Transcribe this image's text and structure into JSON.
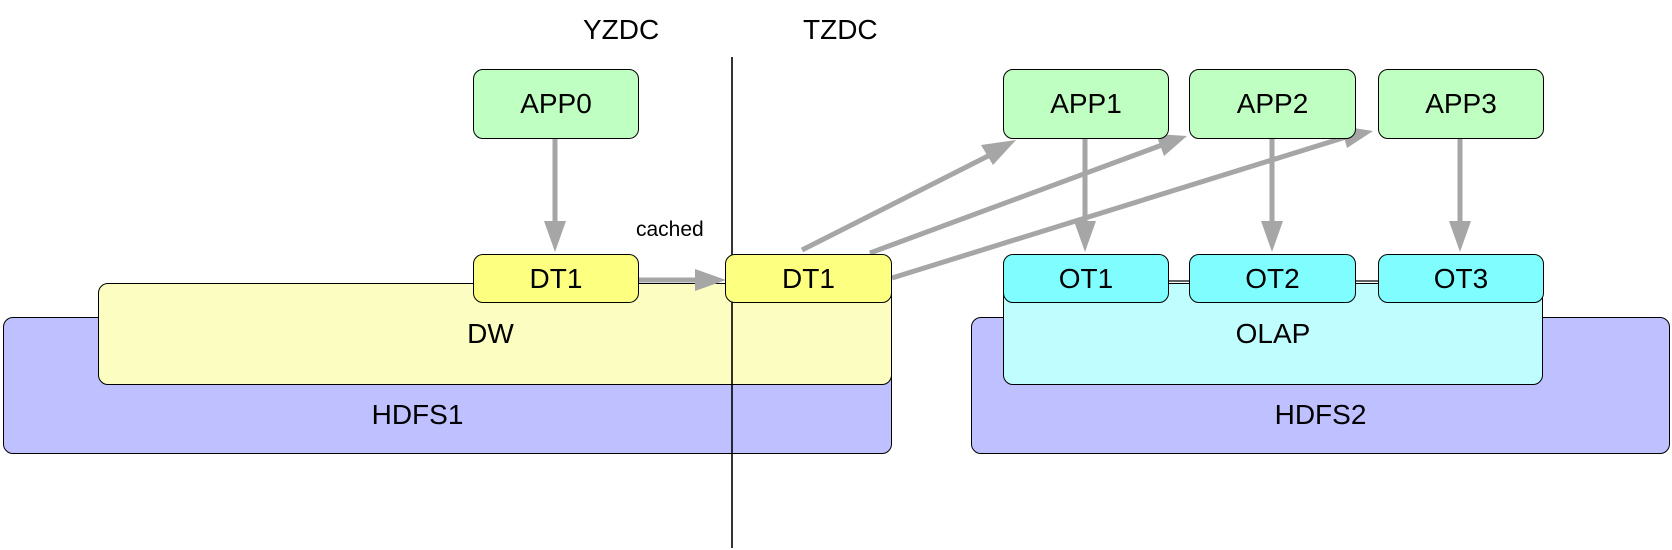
{
  "regions": {
    "left": "YZDC",
    "right": "TZDC"
  },
  "storage": {
    "hdfs1": "HDFS1",
    "hdfs2": "HDFS2",
    "dw": "DW",
    "olap": "OLAP"
  },
  "tables": {
    "dt1_left": "DT1",
    "dt1_right": "DT1",
    "ot1": "OT1",
    "ot2": "OT2",
    "ot3": "OT3"
  },
  "apps": {
    "app0": "APP0",
    "app1": "APP1",
    "app2": "APP2",
    "app3": "APP3"
  },
  "annotations": {
    "cached": "cached"
  },
  "colors": {
    "hdfs": "#bfc0ff",
    "dw": "#fcfdc0",
    "olap": "#bffdff",
    "app": "#c0ffc2",
    "dt": "#fcff80",
    "ot": "#80fdff",
    "arrow": "#a6a6a6"
  }
}
